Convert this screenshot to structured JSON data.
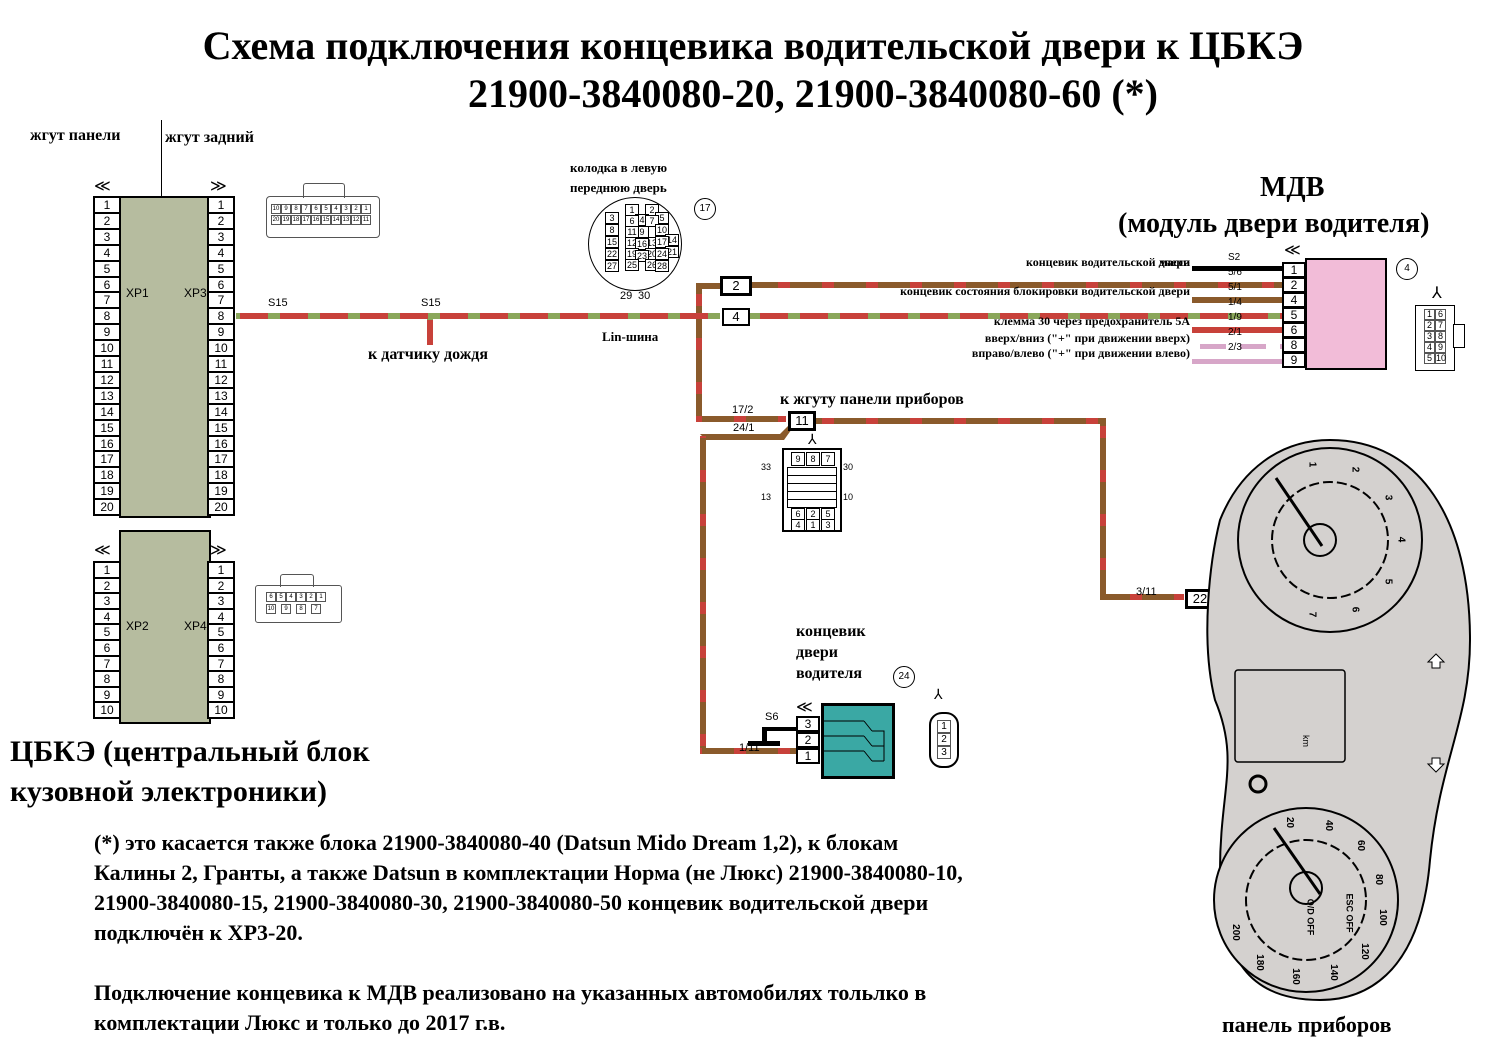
{
  "title": {
    "line1": "Схема подключения концевика водительской двери к ЦБКЭ",
    "line2": "21900-3840080-20, 21900-3840080-60 (*)"
  },
  "harness_labels": {
    "panel": "жгут панели",
    "rear": "жгут задний"
  },
  "cbke": {
    "label_line1": "ЦБКЭ (центральный блок",
    "label_line2": "кузовной электроники)",
    "xp1": "XP1",
    "xp2": "XP2",
    "xp3": "XP3",
    "xp4": "XP4",
    "pins_upper": [
      "1",
      "2",
      "3",
      "4",
      "5",
      "6",
      "7",
      "8",
      "9",
      "10",
      "11",
      "12",
      "13",
      "14",
      "15",
      "16",
      "17",
      "18",
      "19",
      "20"
    ],
    "pins_lower": [
      "1",
      "2",
      "3",
      "4",
      "5",
      "6",
      "7",
      "8",
      "9",
      "10"
    ],
    "connector20_top": [
      "10",
      "9",
      "8",
      "7",
      "6",
      "5",
      "4",
      "3",
      "2",
      "1"
    ],
    "connector20_bottom": [
      "20",
      "19",
      "18",
      "17",
      "16",
      "15",
      "14",
      "13",
      "12",
      "11"
    ],
    "connector10_top": [
      "6",
      "5",
      "4",
      "3",
      "2",
      "1"
    ],
    "connector10_bottom": [
      "10",
      "9",
      "8",
      "7"
    ]
  },
  "wires": {
    "s15_a": "S15",
    "s15_b": "S15",
    "rain_sensor": "к датчику дождя",
    "lin_bus": "Lin-шина",
    "to_panel_harness": "к жгуту панели приборов",
    "w17_2": "17/2",
    "w24_1": "24/1",
    "w3_11": "3/11",
    "w1_11": "1/11",
    "s6": "S6",
    "colors": {
      "red": "#c8413a",
      "green": "#8aa65a",
      "brown": "#8a5a2b",
      "black": "#000000",
      "pink": "#d7a6c8"
    }
  },
  "door_connector": {
    "label_line1": "колодка в левую",
    "label_line2": "переднюю дверь",
    "number": "17",
    "pins": [
      "1",
      "2",
      "3",
      "4",
      "5",
      "6",
      "7",
      "8",
      "9",
      "10",
      "11",
      "12",
      "13",
      "14",
      "15",
      "16",
      "17",
      "19",
      "20",
      "21",
      "22",
      "23",
      "24",
      "25",
      "26",
      "27",
      "28"
    ],
    "pin29": "29",
    "pin30": "30",
    "tag2": "2",
    "tag4": "4",
    "tag11": "11",
    "tag22": "22"
  },
  "mdv": {
    "title": "МДВ",
    "subtitle": "(модуль двери водителя)",
    "number": "4",
    "rows": [
      {
        "label": "масса",
        "wire": "S2",
        "pin": "1"
      },
      {
        "label": "концевик водительской двери",
        "wire": "5/6",
        "pin": "2"
      },
      {
        "label": "концевик состояния блокировки водительской двери",
        "wire": "5/1",
        "pin": "4"
      },
      {
        "label": "",
        "wire": "1/4",
        "pin": "5"
      },
      {
        "label": "клемма 30 через предохранитель 5А",
        "wire": "1/9",
        "pin": "6"
      },
      {
        "label": "вверх/вниз (\"+\" при движении вверх)",
        "wire": "2/1",
        "pin": "8"
      },
      {
        "label": "вправо/влево (\"+\" при движении влево)",
        "wire": "2/3",
        "pin": "9"
      }
    ],
    "connector_left": [
      "1",
      "2",
      "3",
      "4",
      "5"
    ],
    "connector_right": [
      "6",
      "7",
      "8",
      "9",
      "10"
    ]
  },
  "panel_connector": {
    "top": [
      "9",
      "8",
      "7"
    ],
    "side_left_top": "33",
    "side_right_top": "30",
    "side_left_bottom": "13",
    "side_right_bottom": "10",
    "bottom_row1": [
      "6",
      "2",
      "5"
    ],
    "bottom_row2": [
      "4",
      "1",
      "3"
    ]
  },
  "door_switch": {
    "label_line1": "концевик",
    "label_line2": "двери",
    "label_line3": "водителя",
    "number": "24",
    "pins": [
      "3",
      "2",
      "1"
    ],
    "connector": [
      "1",
      "2",
      "3"
    ]
  },
  "instrument_panel": {
    "label": "панель приборов",
    "tach_ticks": [
      "1",
      "2",
      "3",
      "4",
      "5",
      "6",
      "7"
    ],
    "speed_ticks": [
      "20",
      "40",
      "60",
      "80",
      "100",
      "120",
      "140",
      "160",
      "180",
      "200"
    ],
    "esc": "ESC OFF",
    "od": "O/D OFF",
    "km": "km"
  },
  "notes": {
    "line1": "(*) это касается также блока 21900-3840080-40 (Datsun Mido Dream 1,2), к блокам",
    "line2": "Калины 2, Гранты, а также Datsun в комплектации Норма (не Люкс)  21900-3840080-10,",
    "line3": "21900-3840080-15,  21900-3840080-30, 21900-3840080-50 концевик водительской двери",
    "line4": "подключён к XP3-20.",
    "line5": "Подключение концевика к МДВ реализовано на указанных автомобилях тольлко в",
    "line6": "комплектации Люкс и только до 2017 г.в."
  }
}
